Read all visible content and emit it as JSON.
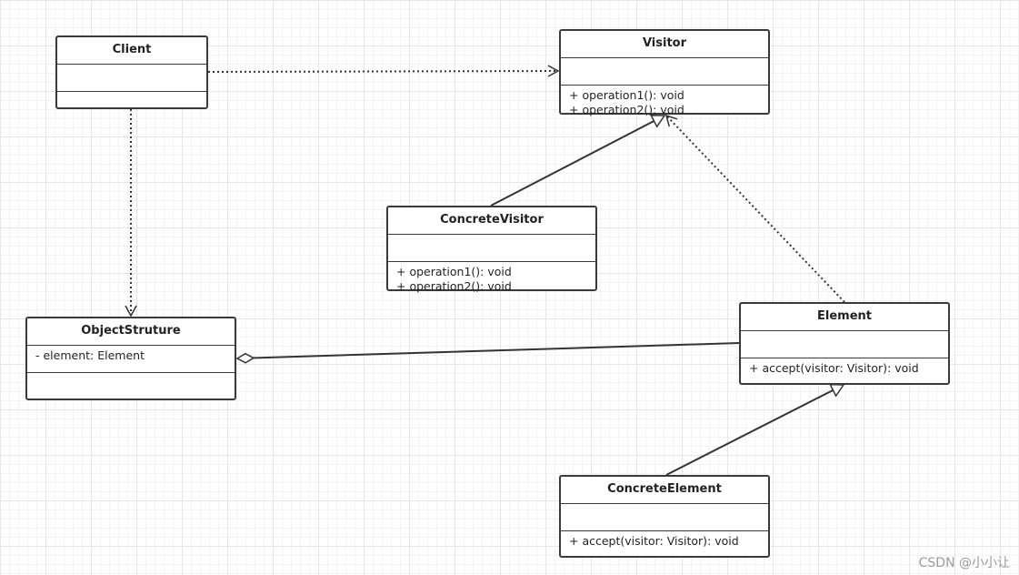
{
  "classes": {
    "client": {
      "name": "Client",
      "attributes": [],
      "operations": []
    },
    "visitor": {
      "name": "Visitor",
      "attributes": [],
      "operations": [
        "+ operation1(): void",
        "+ operation2(): void"
      ]
    },
    "concrete_visitor": {
      "name": "ConcreteVisitor",
      "attributes": [],
      "operations": [
        "+ operation1(): void",
        "+ operation2(): void"
      ]
    },
    "object_structure": {
      "name": "ObjectStruture",
      "attributes": [
        "- element: Element"
      ],
      "operations": []
    },
    "element": {
      "name": "Element",
      "attributes": [],
      "operations": [
        "+ accept(visitor: Visitor): void"
      ]
    },
    "concrete_element": {
      "name": "ConcreteElement",
      "attributes": [],
      "operations": [
        "+ accept(visitor: Visitor): void"
      ]
    }
  },
  "relationships": [
    {
      "from": "Client",
      "to": "Visitor",
      "type": "dependency"
    },
    {
      "from": "Client",
      "to": "ObjectStruture",
      "type": "dependency"
    },
    {
      "from": "ConcreteVisitor",
      "to": "Visitor",
      "type": "generalization"
    },
    {
      "from": "Element",
      "to": "Visitor",
      "type": "dependency"
    },
    {
      "from": "ObjectStruture",
      "to": "Element",
      "type": "aggregation"
    },
    {
      "from": "ConcreteElement",
      "to": "Element",
      "type": "generalization"
    }
  ],
  "watermark": "CSDN @小小让"
}
